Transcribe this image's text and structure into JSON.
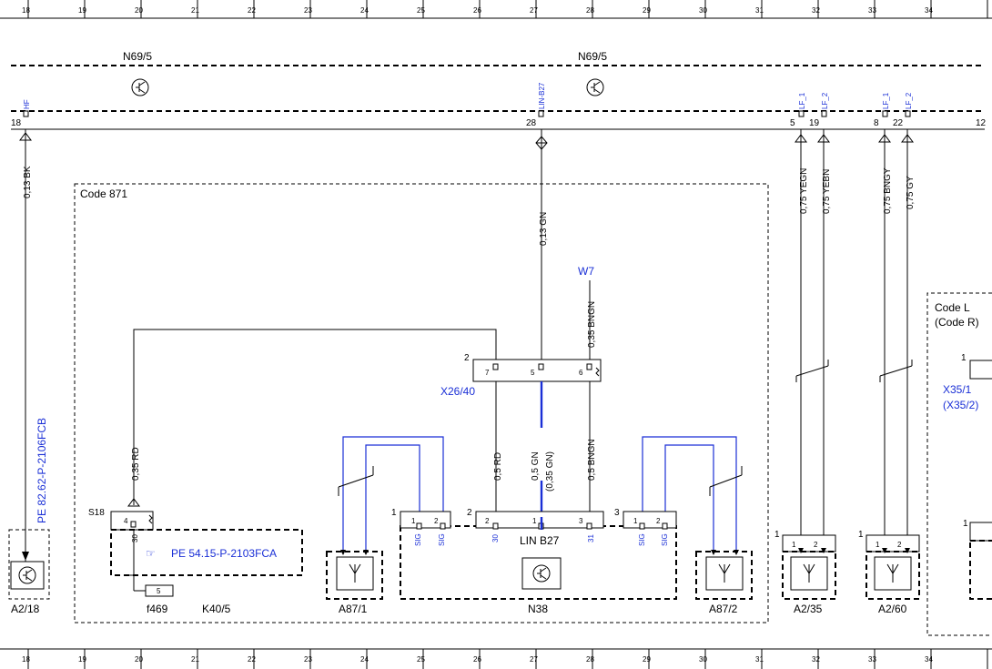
{
  "grid": {
    "columns": [
      "18",
      "19",
      "20",
      "21",
      "22",
      "23",
      "24",
      "25",
      "26",
      "27",
      "28",
      "29",
      "30",
      "31",
      "32",
      "33",
      "34"
    ]
  },
  "bus": {
    "n69_left": "N69/5",
    "n69_right": "N69/5",
    "pins": [
      {
        "number": "18",
        "signal": "HF"
      },
      {
        "number": "28",
        "signal": "LIN-B27"
      },
      {
        "number": "5",
        "signal": "LF_1"
      },
      {
        "number": "19",
        "signal": "LF_2"
      },
      {
        "number": "8",
        "signal": "LF_1"
      },
      {
        "number": "22",
        "signal": "LF_2"
      },
      {
        "number": "12",
        "signal": ""
      }
    ]
  },
  "wires": {
    "bk": "0,13 BK",
    "gn_top": "0,13 GN",
    "bngn_top": "0,35 BNGN",
    "rd_left": "0,35 RD",
    "rd_mid": "0,5 RD",
    "gn_mid": "0,5 GN",
    "gn_mid_alt": "(0,35 GN)",
    "bngn_mid": "0,5 BNGN",
    "yegn": "0,75 YEGN",
    "yebn": "0,75 YEBN",
    "bngy": "0,75 BNGY",
    "gy": "0,75 GY"
  },
  "regions": {
    "code871": "Code 871",
    "codeL": "Code L",
    "codeR": "(Code R)"
  },
  "refs": {
    "pe_vertical": "PE 82.62-P-2106FCB",
    "pe_k40": "PE 54.15-P-2103FCA",
    "w7": "W7",
    "x26": "X26/40",
    "x35_1": "X35/1",
    "x35_2": "(X35/2)"
  },
  "connector": {
    "x26_side": "2",
    "x26_pins": [
      "7",
      "5",
      "6"
    ],
    "n38_groups": [
      "1",
      "2",
      "3"
    ],
    "n38_pins": [
      "1",
      "2",
      "2",
      "1",
      "3",
      "1",
      "2"
    ],
    "sig": "SIG",
    "p30": "30",
    "p31": "31",
    "s18": "S18",
    "s18_pin": "4",
    "s18_sub": "30",
    "fuse": "5",
    "lin_label": "LIN B27",
    "a235_side": "1",
    "a235_pins": [
      "1",
      "2"
    ],
    "a260_side": "1",
    "a260_pins": [
      "1",
      "2"
    ],
    "x35_side": "1",
    "lower_side": "1"
  },
  "components": {
    "a2_18": "A2/18",
    "f469": "f469",
    "k40_5": "K40/5",
    "a87_1": "A87/1",
    "n38": "N38",
    "a87_2": "A87/2",
    "a2_35": "A2/35",
    "a2_60": "A2/60"
  }
}
